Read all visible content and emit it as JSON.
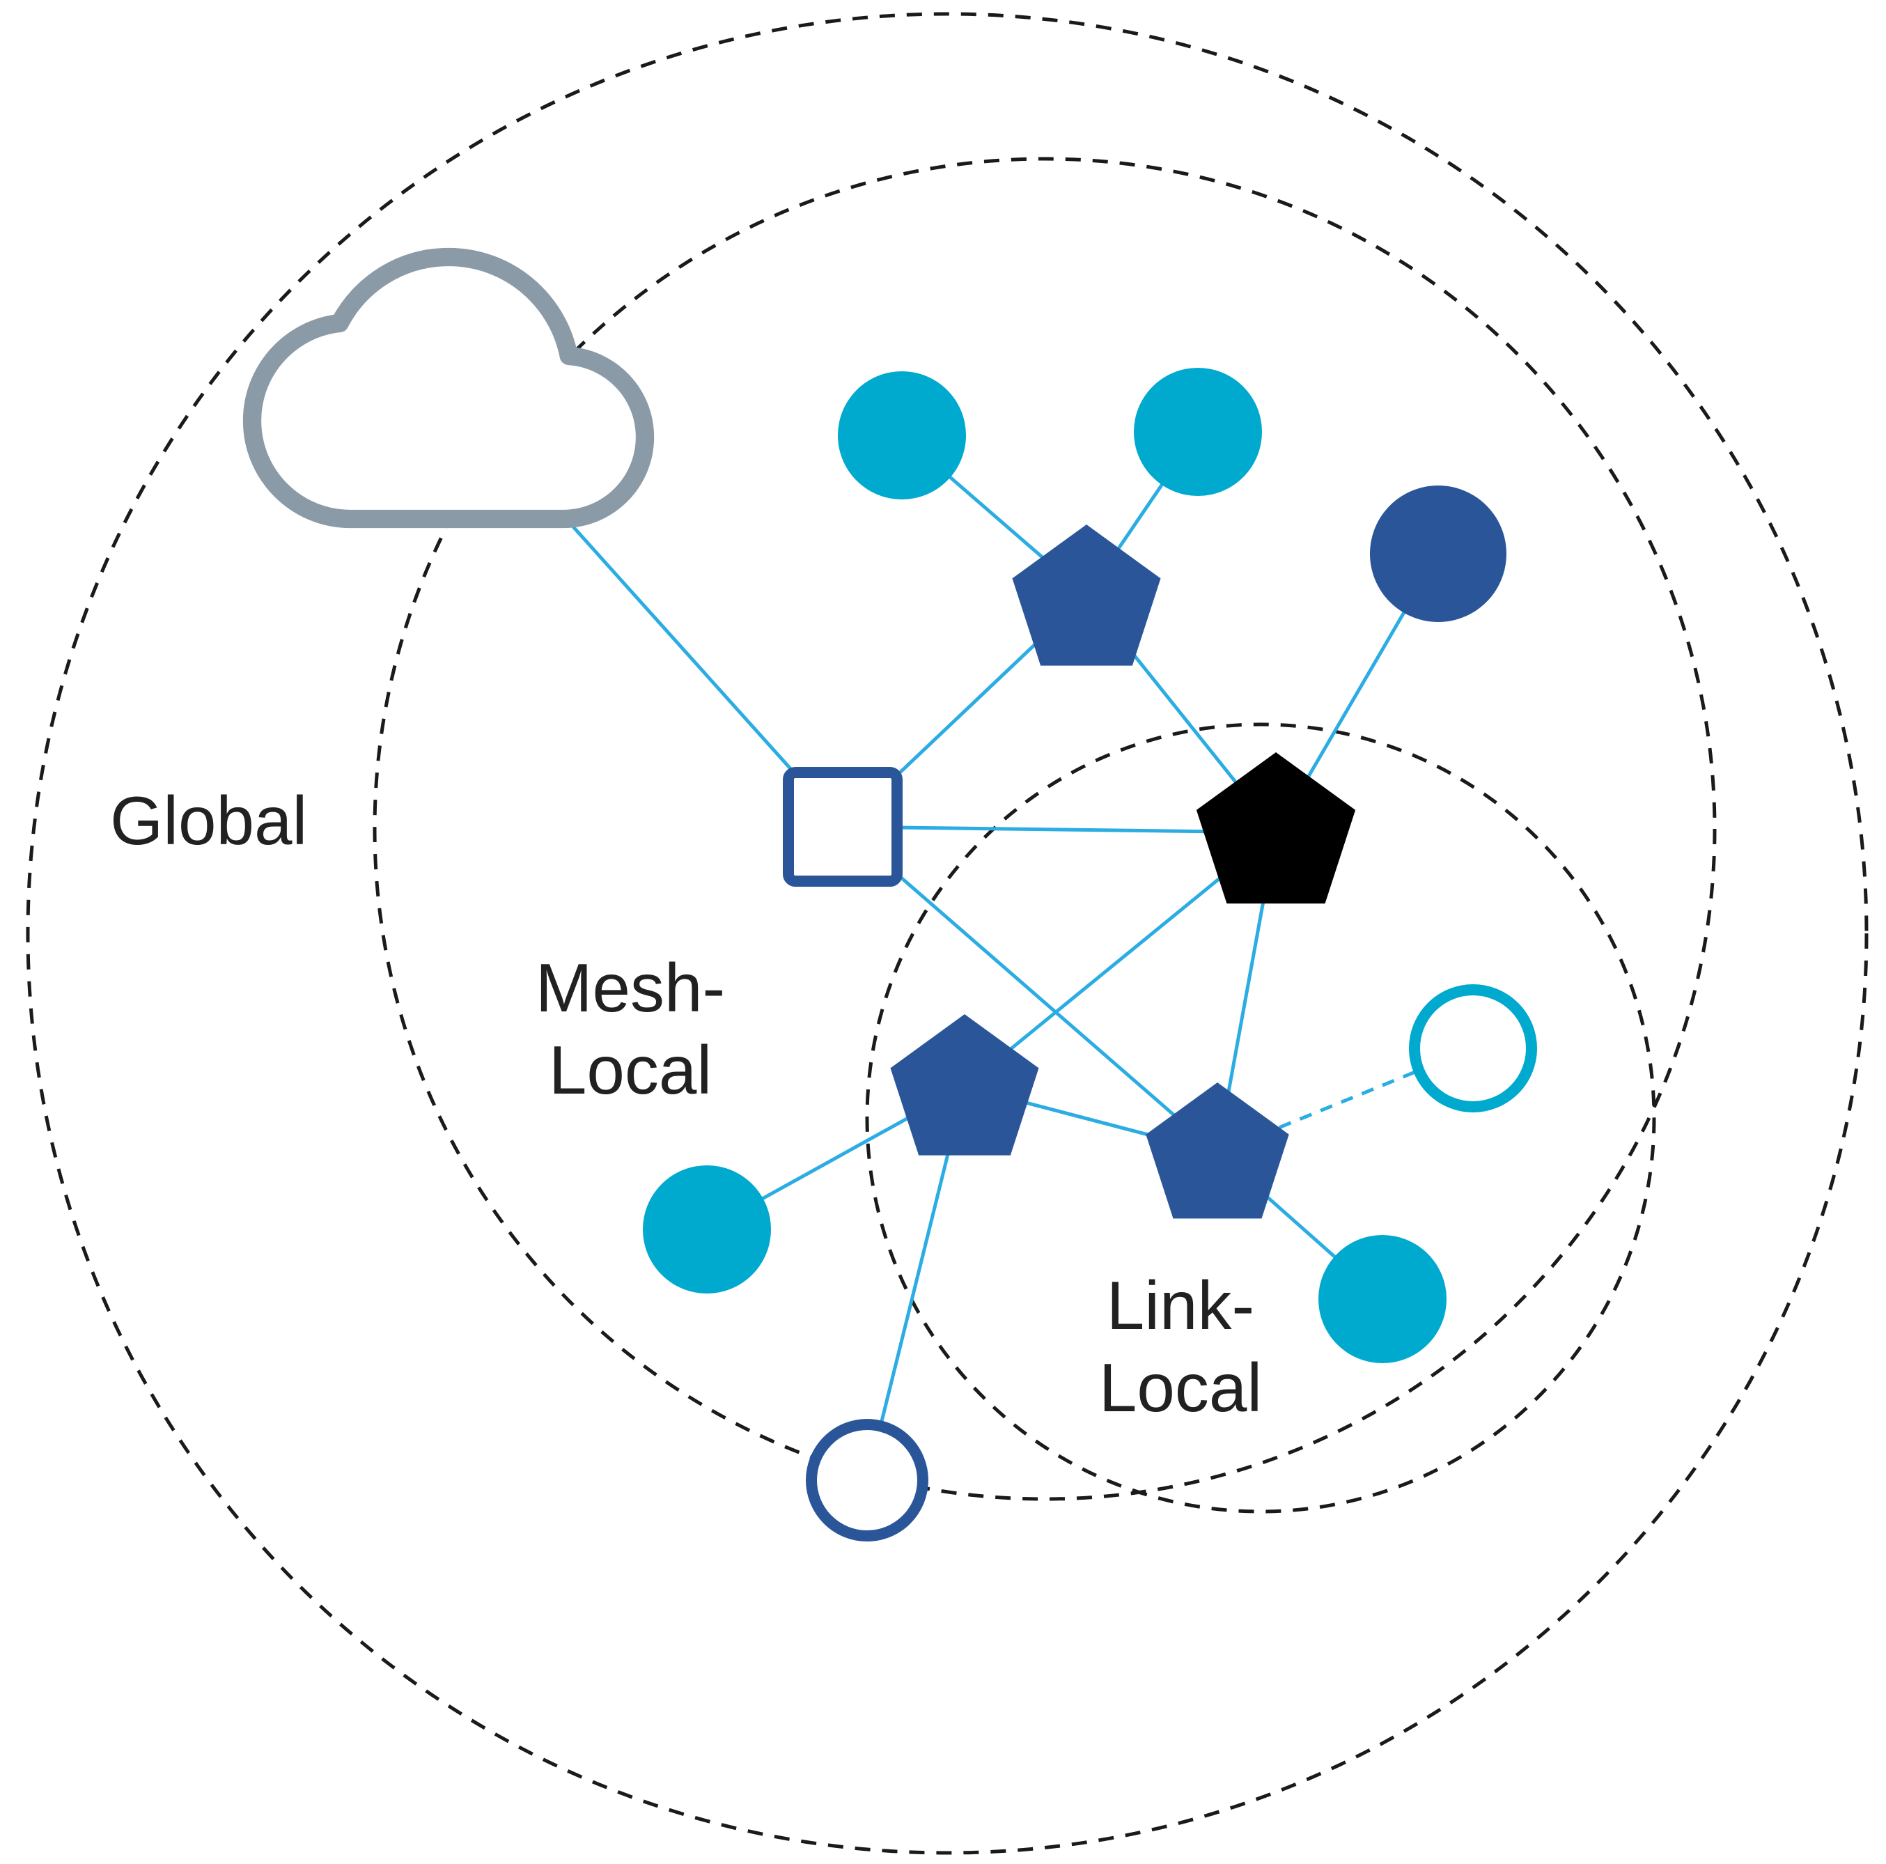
{
  "scopes": {
    "global": {
      "label": "Global"
    },
    "mesh_local": {
      "label_line1": "Mesh-",
      "label_line2": "Local"
    },
    "link_local": {
      "label_line1": "Link-",
      "label_line2": "Local"
    }
  },
  "colors": {
    "cyan": "#00A9CE",
    "navy": "#2A5699",
    "black": "#000000",
    "cloud_gray": "#8B9AA7",
    "edge": "#2BACE2",
    "boundary": "#1A1A1A",
    "text": "#212121",
    "white": "#FFFFFF"
  },
  "topology": {
    "nodes": [
      {
        "id": "internet-cloud",
        "shape": "cloud-outline",
        "color": "cloud_gray",
        "scope": "global"
      },
      {
        "id": "border-router",
        "shape": "square-outline",
        "color": "navy",
        "scope": "mesh-local"
      },
      {
        "id": "router-top",
        "shape": "pentagon",
        "color": "navy",
        "scope": "mesh-local"
      },
      {
        "id": "leader-router",
        "shape": "pentagon",
        "color": "black",
        "scope": "link-local"
      },
      {
        "id": "router-left",
        "shape": "pentagon",
        "color": "navy",
        "scope": "link-local"
      },
      {
        "id": "router-right",
        "shape": "pentagon",
        "color": "navy",
        "scope": "link-local"
      },
      {
        "id": "end-device-top-left",
        "shape": "circle",
        "color": "cyan",
        "scope": "mesh-local"
      },
      {
        "id": "end-device-top-right",
        "shape": "circle",
        "color": "cyan",
        "scope": "mesh-local"
      },
      {
        "id": "device-navy",
        "shape": "circle",
        "color": "navy",
        "scope": "mesh-local"
      },
      {
        "id": "end-device-left",
        "shape": "circle",
        "color": "cyan",
        "scope": "mesh-local"
      },
      {
        "id": "end-device-bottom-right",
        "shape": "circle",
        "color": "cyan",
        "scope": "link-local"
      },
      {
        "id": "outline-device-cyan",
        "shape": "circle-outline",
        "color": "cyan",
        "scope": "link-local"
      },
      {
        "id": "outline-device-navy",
        "shape": "circle-outline",
        "color": "navy",
        "scope": "mesh-local"
      }
    ],
    "edges": [
      {
        "from": "internet-cloud",
        "to": "border-router",
        "style": "solid"
      },
      {
        "from": "border-router",
        "to": "router-top",
        "style": "solid"
      },
      {
        "from": "border-router",
        "to": "leader-router",
        "style": "solid"
      },
      {
        "from": "border-router",
        "to": "router-right",
        "style": "solid"
      },
      {
        "from": "leader-router",
        "to": "router-left",
        "style": "solid"
      },
      {
        "from": "router-top",
        "to": "end-device-top-left",
        "style": "solid"
      },
      {
        "from": "router-top",
        "to": "end-device-top-right",
        "style": "solid"
      },
      {
        "from": "router-top",
        "to": "leader-router",
        "style": "solid"
      },
      {
        "from": "leader-router",
        "to": "device-navy",
        "style": "solid"
      },
      {
        "from": "leader-router",
        "to": "router-right",
        "style": "solid"
      },
      {
        "from": "router-left",
        "to": "end-device-left",
        "style": "solid"
      },
      {
        "from": "router-left",
        "to": "outline-device-navy",
        "style": "solid"
      },
      {
        "from": "router-left",
        "to": "router-right",
        "style": "solid"
      },
      {
        "from": "router-right",
        "to": "outline-device-cyan",
        "style": "dashed"
      },
      {
        "from": "router-right",
        "to": "end-device-bottom-right",
        "style": "solid"
      }
    ]
  }
}
